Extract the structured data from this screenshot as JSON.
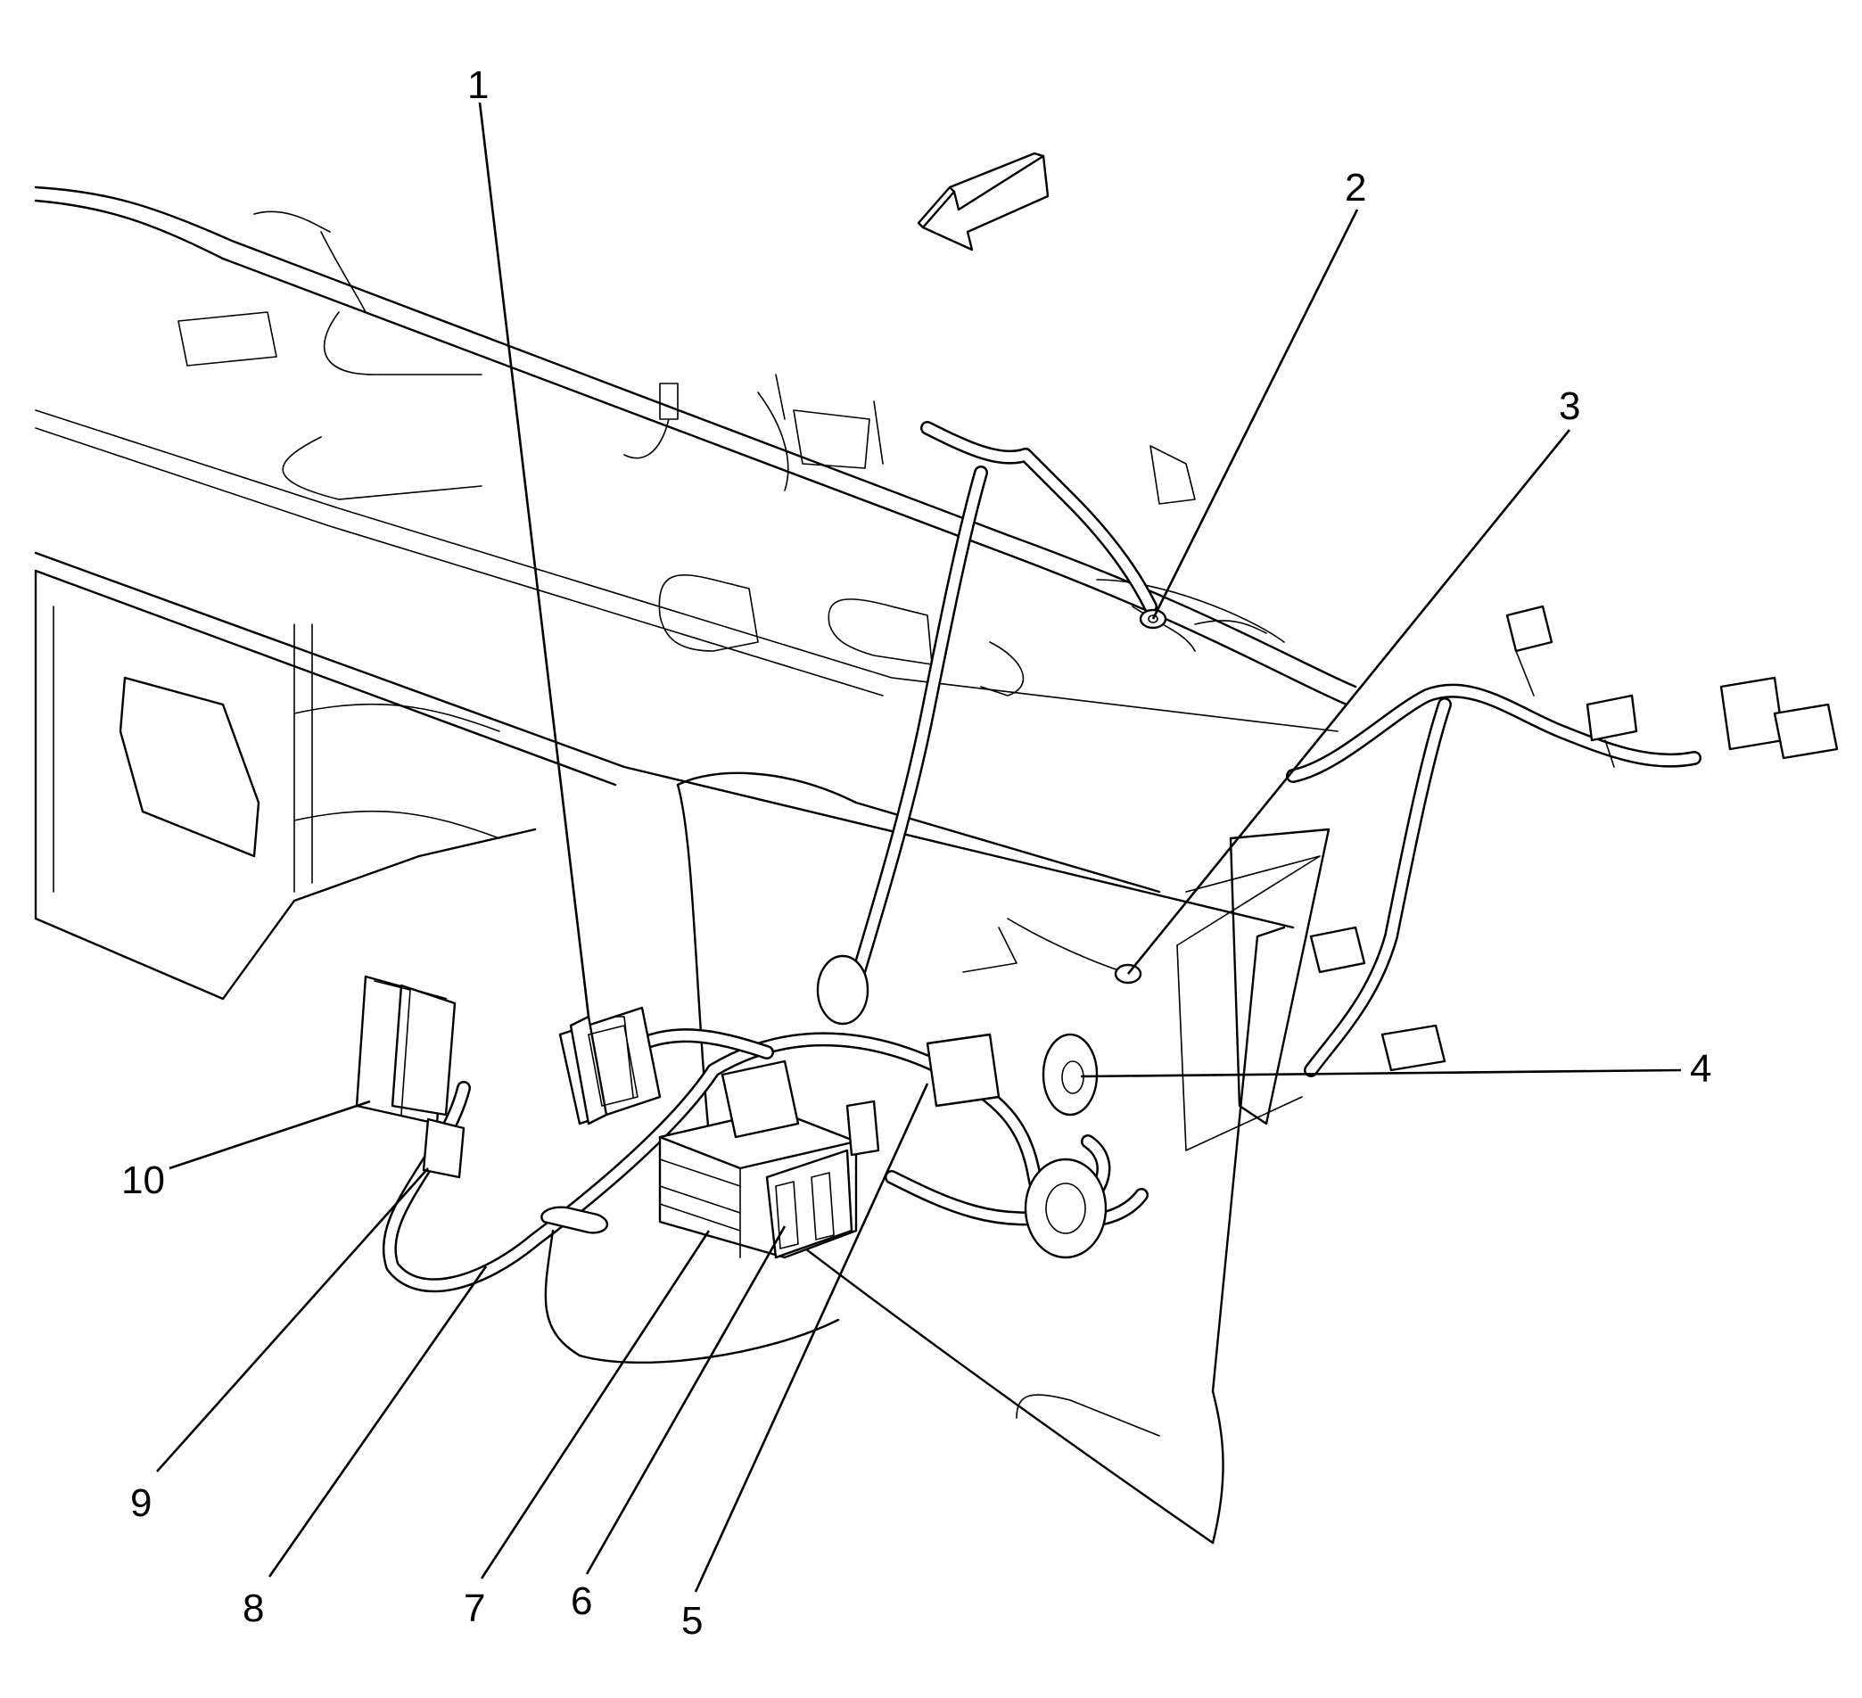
{
  "callouts": [
    {
      "id": "1",
      "label": "1"
    },
    {
      "id": "2",
      "label": "2"
    },
    {
      "id": "3",
      "label": "3"
    },
    {
      "id": "4",
      "label": "4"
    },
    {
      "id": "5",
      "label": "5"
    },
    {
      "id": "6",
      "label": "6"
    },
    {
      "id": "7",
      "label": "7"
    },
    {
      "id": "8",
      "label": "8"
    },
    {
      "id": "9",
      "label": "9"
    },
    {
      "id": "10",
      "label": "10"
    }
  ],
  "icons": {
    "direction_arrow": "front-direction-arrow-icon"
  },
  "colors": {
    "line": "#000000",
    "background": "#ffffff"
  }
}
